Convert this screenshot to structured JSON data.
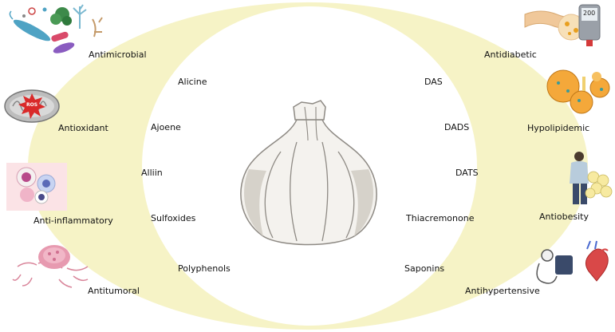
{
  "colors": {
    "ring": "#f6f3c6",
    "garlic_light": "#f4f2ee",
    "garlic_shade": "#d6d2ca",
    "garlic_outline": "#8e8a84"
  },
  "compounds_left": [
    "Alicine",
    "Ajoene",
    "Alliin",
    "Sulfoxides",
    "Polyphenols"
  ],
  "compounds_right": [
    "DAS",
    "DADS",
    "DATS",
    "Thiacremonone",
    "Saponins"
  ],
  "effects_left": [
    {
      "label": "Antimicrobial",
      "icon": "microbes-icon"
    },
    {
      "label": "Antioxidant",
      "icon": "mitochondria-ros-icon"
    },
    {
      "label": "Anti-inflammatory",
      "icon": "immune-cells-icon"
    },
    {
      "label": "Antitumoral",
      "icon": "tumor-cell-icon"
    }
  ],
  "effects_right": [
    {
      "label": "Antidiabetic",
      "icon": "pancreas-glucometer-icon"
    },
    {
      "label": "Hypolipidemic",
      "icon": "lipid-droplets-icon"
    },
    {
      "label": "Antiobesity",
      "icon": "person-fat-cells-icon"
    },
    {
      "label": "Antihypertensive",
      "icon": "blood-pressure-heart-icon"
    }
  ],
  "glucometer_reading": "200",
  "ros_label": "ROS"
}
